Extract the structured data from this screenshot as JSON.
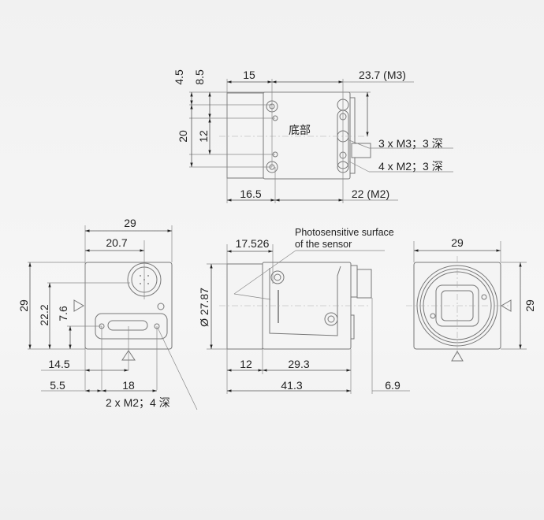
{
  "top_view": {
    "dim_4_5": "4.5",
    "dim_8_5": "8.5",
    "dim_20": "20",
    "dim_12": "12",
    "dim_15": "15",
    "dim_23_7": "23.7 (M3)",
    "bottom_label": "底部",
    "note_m3": "3 x M3；3 深",
    "note_m2": "4 x M2；3 深",
    "dim_16_5": "16.5",
    "dim_22": "22 (M2)"
  },
  "front_view": {
    "dim_29_w": "29",
    "dim_20_7": "20.7",
    "dim_29_h": "29",
    "dim_22_2": "22.2",
    "dim_7_6": "7.6",
    "dim_14_5": "14.5",
    "dim_5_5": "5.5",
    "dim_18": "18",
    "note_m2": "2 x M2；4 深"
  },
  "side_view": {
    "dim_17_526": "17.526",
    "sensor_note_line1": "Photosensitive surface",
    "sensor_note_line2": "of the sensor",
    "dim_diameter": "Ø 27.87",
    "dim_12": "12",
    "dim_29_3": "29.3",
    "dim_41_3": "41.3",
    "dim_6_9": "6.9"
  },
  "rear_view": {
    "dim_29_w": "29",
    "dim_29_h": "29"
  }
}
